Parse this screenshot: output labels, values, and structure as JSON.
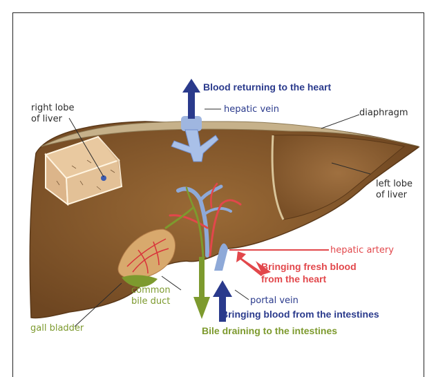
{
  "colors": {
    "liver": "#8c5d2c",
    "liver_dark": "#6b4420",
    "diaphragm": "#b9a47a",
    "vein_blue": "#8ea9d8",
    "artery_red": "#e2474b",
    "bile_green": "#7d9a2e",
    "arrow_blue": "#2a3a8c",
    "text_dark": "#2b2b2b"
  },
  "labels": {
    "blood_returning": "Blood returning to the heart",
    "hepatic_vein": "hepatic vein",
    "diaphragm": "diaphragm",
    "right_lobe_1": "right lobe",
    "right_lobe_2": "of liver",
    "left_lobe_1": "left lobe",
    "left_lobe_2": "of liver",
    "hepatic_artery": "hepatic artery",
    "fresh_blood_1": "Bringing fresh blood",
    "fresh_blood_2": "from the heart",
    "common_bile_1": "common",
    "common_bile_2": "bile duct",
    "portal_vein": "portal vein",
    "gall_bladder": "gall bladder",
    "blood_intestines": "Bringing blood from the intestines",
    "bile_draining": "Bile draining to the intestines"
  }
}
